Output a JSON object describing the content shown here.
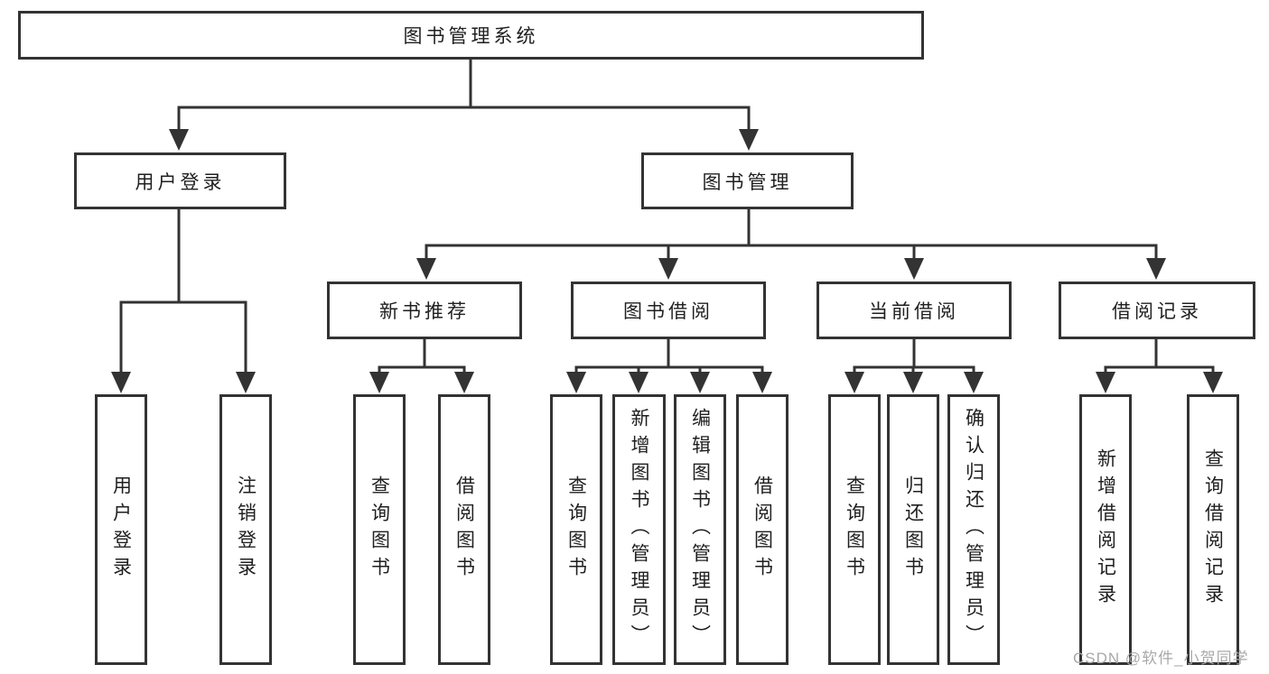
{
  "diagram": {
    "root": {
      "label": "图书管理系统"
    },
    "branches": [
      {
        "label": "用户登录",
        "children": [
          {
            "label": "用户登录"
          },
          {
            "label": "注销登录"
          }
        ]
      },
      {
        "label": "图书管理",
        "children": [
          {
            "label": "新书推荐",
            "children": [
              {
                "label": "查询图书"
              },
              {
                "label": "借阅图书"
              }
            ]
          },
          {
            "label": "图书借阅",
            "children": [
              {
                "label": "查询图书"
              },
              {
                "label": "新增图书（管理员）"
              },
              {
                "label": "编辑图书（管理员）"
              },
              {
                "label": "借阅图书"
              }
            ]
          },
          {
            "label": "当前借阅",
            "children": [
              {
                "label": "查询图书"
              },
              {
                "label": "归还图书"
              },
              {
                "label": "确认归还（管理员）"
              }
            ]
          },
          {
            "label": "借阅记录",
            "children": [
              {
                "label": "新增借阅记录"
              },
              {
                "label": "查询借阅记录"
              }
            ]
          }
        ]
      }
    ]
  },
  "watermark": {
    "text": "CSDN @软件_小贺同学"
  },
  "colors": {
    "background": "#ffffff",
    "line": "#333333",
    "text": "#1f1f1f",
    "watermark": "#a9a9a9"
  }
}
